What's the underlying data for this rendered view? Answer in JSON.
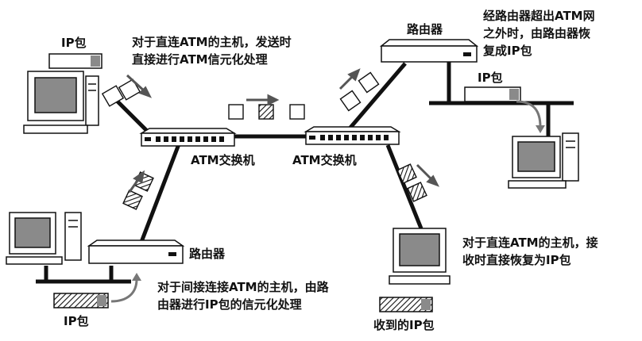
{
  "labels": {
    "ip_packet_top_left": "IP包",
    "direct_host_send_line1": "对于直连ATM的主机，发送时",
    "direct_host_send_line2": "直接进行ATM信元化处理",
    "router_top": "路由器",
    "router_exit_line1": "经路由器超出ATM网",
    "router_exit_line2": "之外时，由路由器恢",
    "router_exit_line3": "复成IP包",
    "ip_packet_right": "IP包",
    "atm_switch_left": "ATM交换机",
    "atm_switch_right": "ATM交换机",
    "router_bottom": "路由器",
    "indirect_host_line1": "对于间接连接ATM的主机，由路",
    "indirect_host_line2": "由器进行IP包的信元化处理",
    "ip_packet_bottom_left": "IP包",
    "direct_host_recv_line1": "对于直连ATM的主机，接",
    "direct_host_recv_line2": "收时直接恢复为IP包",
    "received_ip_packet": "收到的IP包"
  },
  "colors": {
    "line": "#111111",
    "device_fill": "#ffffff",
    "shade": "#8a8a8a"
  }
}
